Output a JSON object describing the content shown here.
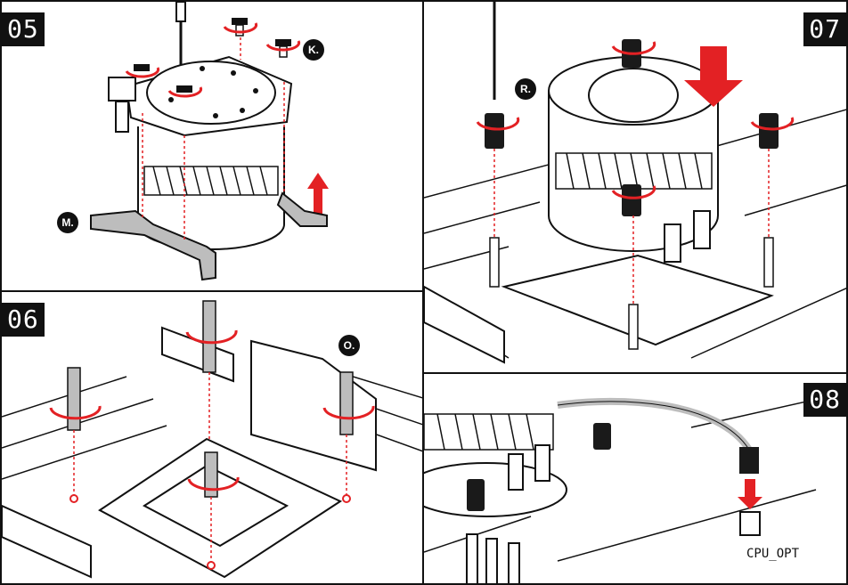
{
  "panels": [
    {
      "step": "05",
      "callouts": [
        "K.",
        "M."
      ]
    },
    {
      "step": "07",
      "callouts": [
        "R."
      ]
    },
    {
      "step": "06",
      "callouts": [
        "O."
      ]
    },
    {
      "step": "08",
      "callouts": [],
      "port_label": "CPU_OPT"
    }
  ],
  "colors": {
    "accent": "#e32124",
    "line": "#111111",
    "fill_light": "#ffffff",
    "fill_grey": "#bdbdbd",
    "fill_dark": "#1a1a1a"
  }
}
